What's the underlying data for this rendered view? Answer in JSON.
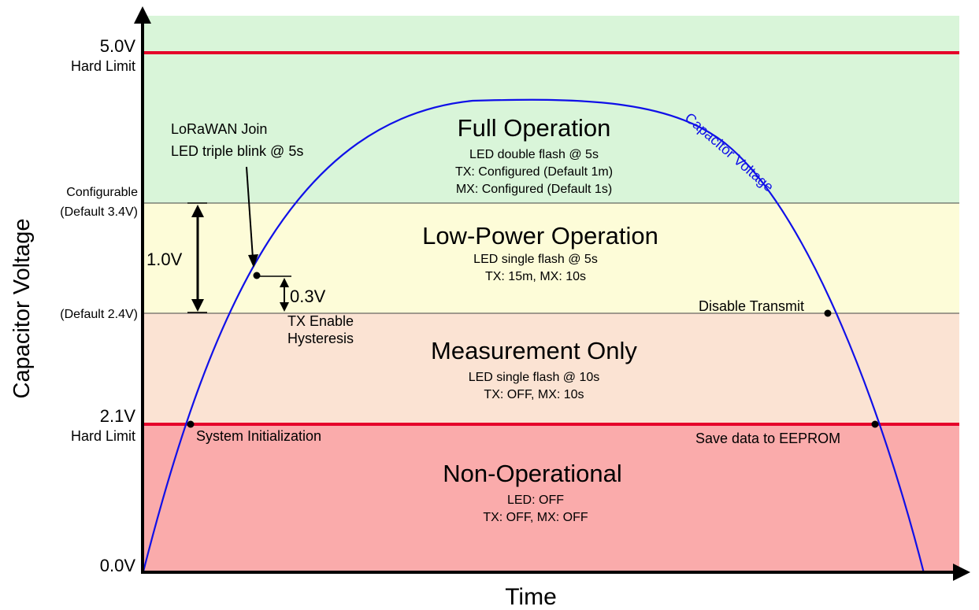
{
  "axes": {
    "y_label": "Capacitor Voltage",
    "x_label": "Time"
  },
  "levels": {
    "v5": {
      "value": "5.0V",
      "note": "Hard Limit"
    },
    "configurable": {
      "note": "Configurable",
      "value": "(Default 3.4V)"
    },
    "default24": {
      "value": "(Default 2.4V)"
    },
    "v21": {
      "value": "2.1V",
      "note": "Hard Limit"
    },
    "v0": {
      "value": "0.0V"
    }
  },
  "zones": {
    "full": {
      "title": "Full Operation",
      "line1": "LED double flash @ 5s",
      "line2": "TX: Configured (Default 1m)",
      "line3": "MX: Configured (Default 1s)",
      "color": "#d9f5d9"
    },
    "lowpower": {
      "title": "Low-Power Operation",
      "line1": "LED single flash @ 5s",
      "line2": "TX: 15m, MX: 10s",
      "color": "#fdfcd8"
    },
    "measure": {
      "title": "Measurement Only",
      "line1": "LED single flash @ 10s",
      "line2": "TX: OFF, MX: 10s",
      "color": "#fbe3d3"
    },
    "nonop": {
      "title": "Non-Operational",
      "line1": "LED: OFF",
      "line2": "TX: OFF, MX: OFF",
      "color": "#faabab"
    }
  },
  "annotations": {
    "join1": "LoRaWAN Join",
    "join2": "LED triple blink @ 5s",
    "delta_big": "1.0V",
    "delta_small": "0.3V",
    "tx_enable1": "TX Enable",
    "tx_enable2": "Hysteresis",
    "disable_tx": "Disable Transmit",
    "sys_init": "System Initialization",
    "save_eeprom": "Save data to EEPROM",
    "curve_label": "Capacitor Voltage"
  },
  "colors": {
    "hard_limit": "#e5002a",
    "curve": "#1010e8",
    "axis": "#000000"
  }
}
